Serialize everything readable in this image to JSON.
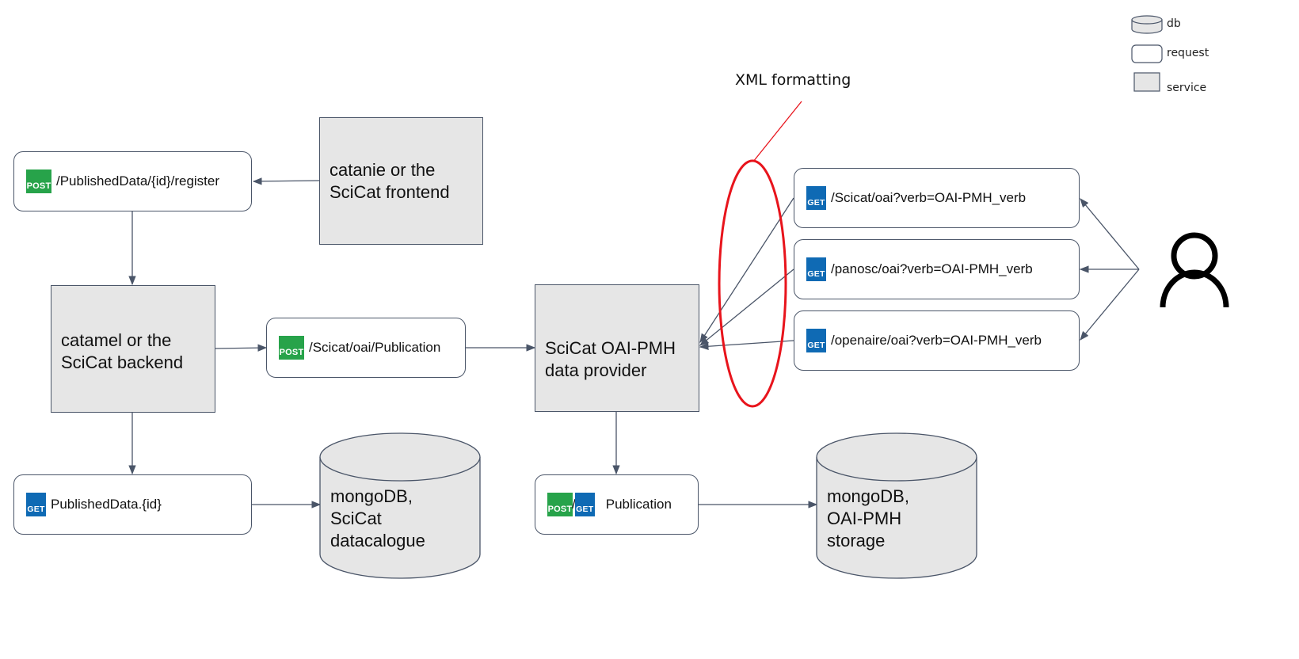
{
  "legend": {
    "db": "db",
    "request": "request",
    "service": "service"
  },
  "annotation": {
    "label": "XML formatting",
    "color": "#e8141c"
  },
  "colors": {
    "post": "#27a34a",
    "get": "#0f6ab4",
    "service_fill": "#e6e6e6",
    "edge": "#4a5568"
  },
  "services": {
    "frontend": "catanie or the\nSciCat frontend",
    "backend": "catamel or the\nSciCat backend",
    "provider": "SciCat OAI-PMH\ndata provider"
  },
  "requests": {
    "register": {
      "method": "POST",
      "path": "/PublishedData/{id}/register"
    },
    "publication_post": {
      "method": "POST",
      "path": "/Scicat/oai/Publication"
    },
    "published_get": {
      "method": "GET",
      "path": "PublishedData.{id}"
    },
    "publication_postget": {
      "method1": "POST",
      "separator": "/",
      "method2": "GET",
      "path": "Publication"
    },
    "scicat_oai": {
      "method": "GET",
      "path": "/Scicat/oai?verb=OAI-PMH_verb"
    },
    "panosc_oai": {
      "method": "GET",
      "path": "/panosc/oai?verb=OAI-PMH_verb"
    },
    "openaire_oai": {
      "method": "GET",
      "path": "/openaire/oai?verb=OAI-PMH_verb"
    }
  },
  "databases": {
    "datacatalogue": "mongoDB,\nSciCat\ndatacalogue",
    "oai_storage": "mongoDB,\nOAI-PMH\nstorage"
  },
  "actor": {
    "icon": "user-icon"
  }
}
